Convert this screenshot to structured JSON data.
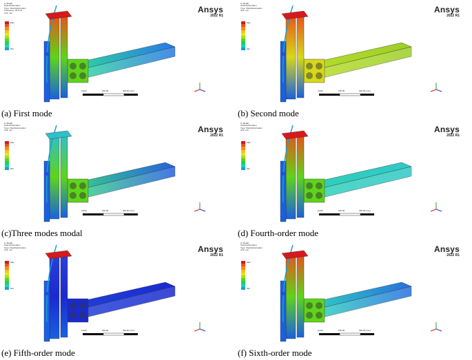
{
  "brand": {
    "name": "Ansys",
    "version": "2022 R1"
  },
  "palette": [
    "#d7191c",
    "#e8541a",
    "#f28c1e",
    "#f5c21a",
    "#e3e81a",
    "#a6e01a",
    "#5fd41a",
    "#1ad45a",
    "#1ad4b0",
    "#1aa0d8",
    "#1a60e0",
    "#1a2ad0"
  ],
  "panels": [
    {
      "caption": "(a) First mode",
      "header": [
        "A: Modal",
        "Total Deformation",
        "Type: Total Deformation",
        "Frequency: 18.5 Hz",
        "Unit: mm"
      ],
      "legend": [
        "Max",
        "",
        "",
        "",
        "",
        "",
        "",
        "",
        "",
        "Min"
      ],
      "scale": [
        "0.000",
        "150.00",
        "300.00 (mm)"
      ],
      "beam": [
        "#2fd6a0",
        "#2878e6"
      ]
    },
    {
      "caption": "(b) Second mode",
      "header": [
        "A: Modal",
        "Total Deformation",
        "Type: Total Deformation",
        "Unit: mm"
      ],
      "legend": [
        "Max",
        "",
        "",
        "",
        "",
        "",
        "",
        "",
        "",
        "Min"
      ],
      "scale": [
        "0.000",
        "150.00",
        "300.00 (mm)"
      ],
      "beam": [
        "#b6dc2a",
        "#9ccf28"
      ]
    },
    {
      "caption": "(c)Three modes modal",
      "header": [
        "A: Modal",
        "Total Deformation",
        "Type: Total Deformation",
        "Unit: mm"
      ],
      "legend": [
        "Max",
        "",
        "",
        "",
        "",
        "",
        "",
        "",
        "",
        "Min"
      ],
      "scale": [
        "0.000",
        "150.00",
        "300.00 (mm)"
      ],
      "beam": [
        "#36d08a",
        "#2860e0"
      ]
    },
    {
      "caption": "(d) Fourth-order mode",
      "header": [
        "A: Modal",
        "Total Deformation",
        "Type: Total Deformation",
        "Unit: mm"
      ],
      "legend": [
        "Max",
        "",
        "",
        "",
        "",
        "",
        "",
        "",
        "",
        "Min"
      ],
      "scale": [
        "0.000",
        "150.00",
        "300.00 (mm)"
      ],
      "beam": [
        "#30d0b8",
        "#30c8c8"
      ]
    },
    {
      "caption": "(e) Fifth-order mode",
      "header": [
        "A: Modal",
        "Total Deformation",
        "Type: Total Deformation",
        "Unit: mm"
      ],
      "legend": [
        "Max",
        "",
        "",
        "",
        "",
        "",
        "",
        "",
        "",
        "Min"
      ],
      "scale": [
        "0.000",
        "150.00",
        "300.00 (mm)"
      ],
      "beam": [
        "#2040d8",
        "#1a2ad0"
      ]
    },
    {
      "caption": "(f) Sixth-order mode",
      "header": [
        "A: Modal",
        "Total Deformation",
        "Type: Total Deformation",
        "Unit: mm"
      ],
      "legend": [
        "Max",
        "",
        "",
        "",
        "",
        "",
        "",
        "",
        "",
        "Min"
      ],
      "scale": [
        "0.000",
        "150.00",
        "300.00 (mm)"
      ],
      "beam": [
        "#2fd0c0",
        "#2870e0"
      ]
    }
  ]
}
